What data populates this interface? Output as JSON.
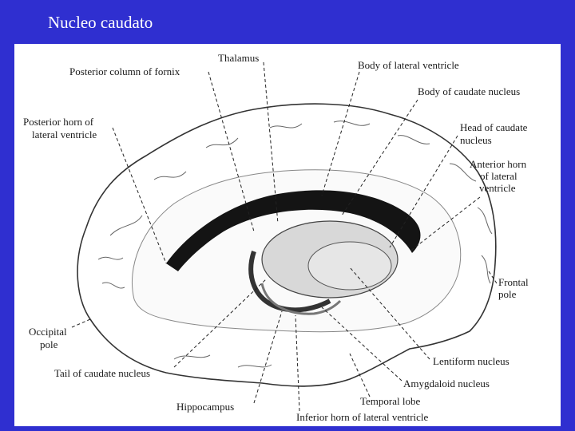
{
  "slide": {
    "title": "Nucleo caudato"
  },
  "diagram": {
    "labels": {
      "thalamus": "Thalamus",
      "posterior_column_fornix": "Posterior column of fornix",
      "body_lateral_ventricle": "Body of lateral ventricle",
      "body_caudate_nucleus": "Body of caudate nucleus",
      "posterior_horn_1": "Posterior horn of",
      "posterior_horn_2": "lateral ventricle",
      "head_caudate_1": "Head of caudate",
      "head_caudate_2": "nucleus",
      "anterior_horn_1": "Anterior horn",
      "anterior_horn_2": "of lateral",
      "anterior_horn_3": "ventricle",
      "frontal_pole_1": "Frontal",
      "frontal_pole_2": "pole",
      "occipital_pole_1": "Occipital",
      "occipital_pole_2": "pole",
      "lentiform_nucleus": "Lentiform nucleus",
      "tail_caudate_nucleus": "Tail of caudate nucleus",
      "amygdaloid_nucleus": "Amygdaloid nucleus",
      "temporal_lobe": "Temporal lobe",
      "hippocampus": "Hippocampus",
      "inferior_horn": "Inferior horn of lateral ventricle"
    }
  }
}
